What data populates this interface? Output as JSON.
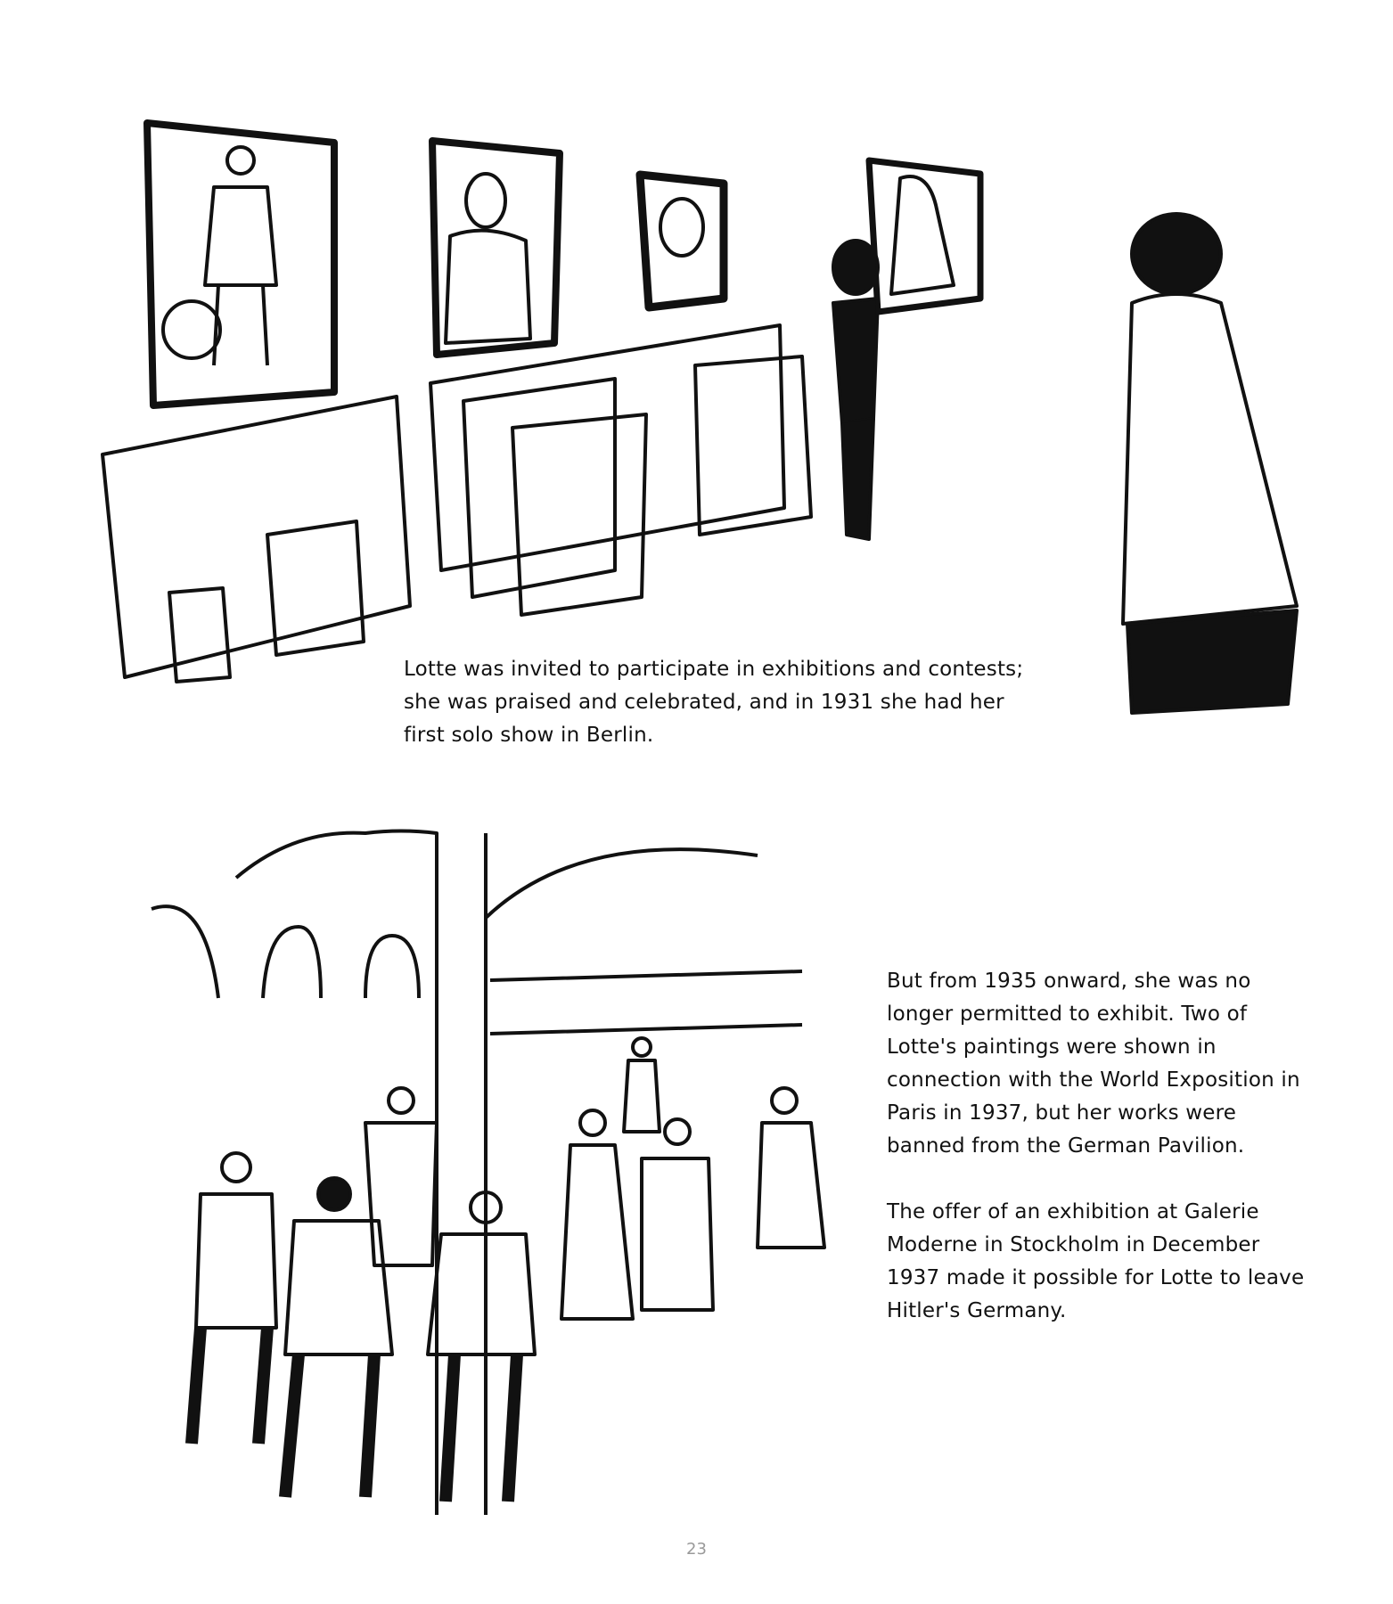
{
  "captions": {
    "top": "Lotte was invited to participate in exhibitions and contests; she was praised and celebrated, and in 1931 she had her first solo show in Berlin.",
    "bottom_1": "But from 1935 onward, she was no longer permitted to exhibit. Two of Lotte's paintings were shown in connection with the World Exposition in Paris in 1937, but her works were banned from the German Pavilion.",
    "bottom_2": "The offer of an exhibition at Galerie Moderne in Stockholm in December 1937 made it possible for Lotte to leave Hitler's Germany."
  },
  "page_number": "23"
}
